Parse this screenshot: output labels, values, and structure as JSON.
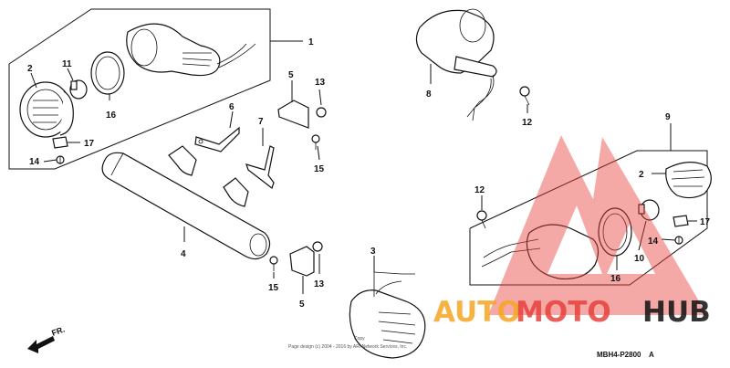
{
  "callouts": {
    "c1": "1",
    "c2": "2",
    "c11": "11",
    "c16": "16",
    "c17": "17",
    "c14": "14",
    "c6": "6",
    "c7": "7",
    "c5_top": "5",
    "c13_top": "13",
    "c15_top": "15",
    "c4": "4",
    "c8": "8",
    "c12_top": "12",
    "c9": "9",
    "c2_right": "2",
    "c12_right": "12",
    "c17_right": "17",
    "c14_right": "14",
    "c10": "10",
    "c16_right": "16",
    "c3": "3",
    "c15_bottom": "15",
    "c5_bottom": "5",
    "c13_bottom": "13"
  },
  "direction_label": "FR.",
  "diagram_code": "MBH4-P2800",
  "diagram_code_suffix": "A",
  "copyright": {
    "line1": "Copy",
    "line2": "Page design (c) 2004 - 2016 by ARI Network Services, Inc."
  },
  "watermark": {
    "auto": "AUTO",
    "moto": "MOTO",
    "hub": "HUB",
    "color_auto": "#f5a623",
    "color_moto": "#e8413c",
    "color_hub": "#111111",
    "logo_color": "#e8413c"
  }
}
